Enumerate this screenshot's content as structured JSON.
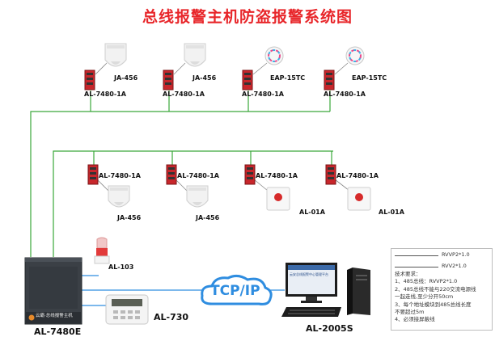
{
  "title": "总线报警主机防盗报警系统图",
  "colors": {
    "title": "#e8262a",
    "bus": "#3aa83a",
    "network": "#2f8de0"
  },
  "top_row": {
    "sensors": [
      "JA-456",
      "JA-456",
      "EAP-15TC",
      "EAP-15TC"
    ],
    "modules": [
      "AL-7480-1A",
      "AL-7480-1A",
      "AL-7480-1A",
      "AL-7480-1A"
    ]
  },
  "mid_row": {
    "modules": [
      "AL-7480-1A",
      "AL-7480-1A",
      "AL-7480-1A",
      "AL-7480-1A"
    ],
    "sensors": [
      "JA-456",
      "JA-456",
      "AL-01A",
      "AL-01A"
    ]
  },
  "siren_label": "AL-103",
  "host_label": "AL-7480E",
  "keypad_label": "AL-730",
  "network_label": "TCP/IP",
  "pc_label": "AL-2005S",
  "host_brand": "云霸·总线报警主机",
  "screen_text": "云安总线报警中心管理平台",
  "notes": {
    "cable1": "RVVP2*1.0",
    "cable2": "RVV2*1.0",
    "heading": "技术要求：",
    "items": [
      "1、485总线：RVVP2*1.0",
      "2、485总线不能与220交流电源线",
      "一起走线,至少分开50cm",
      "3、每个地址模块到485总线长度",
      "不要超过5m",
      "4、必须接屏蔽线"
    ]
  }
}
